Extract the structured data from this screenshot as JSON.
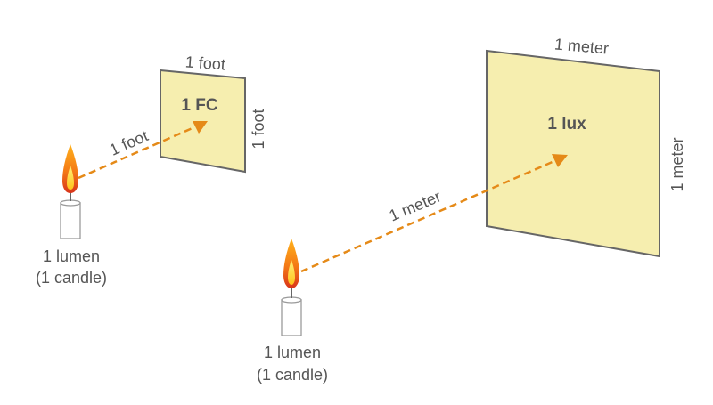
{
  "left_setup": {
    "panel_top_label": "1 foot",
    "panel_side_label": "1 foot",
    "panel_center_label": "1 FC",
    "beam_label": "1 foot",
    "source_label_line1": "1 lumen",
    "source_label_line2": "(1 candle)"
  },
  "right_setup": {
    "panel_top_label": "1 meter",
    "panel_side_label": "1 meter",
    "panel_center_label": "1 lux",
    "beam_label": "1 meter",
    "source_label_line1": "1 lumen",
    "source_label_line2": "(1 candle)"
  },
  "colors": {
    "panel_fill": "#f6eeaf",
    "beam": "#e58a18",
    "flame_outer": "#f08a1a",
    "flame_inner": "#ffd11a",
    "text": "#555555"
  },
  "icons": [
    "candle-icon",
    "flame-icon"
  ]
}
